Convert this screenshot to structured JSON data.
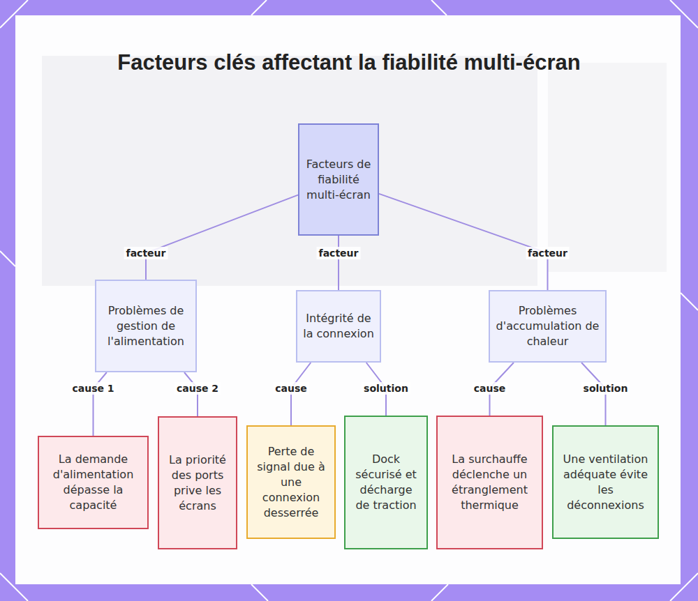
{
  "diagram": {
    "title": "Facteurs clés affectant la fiabilité multi-écran",
    "nodes": [
      {
        "text": [
          "Facteurs de fiabilité multi-écran"
        ]
      },
      {
        "text": [
          "Problèmes de gestion de l'alimentation"
        ]
      },
      {
        "text": [
          "Intégrité de la connexion"
        ]
      },
      {
        "text": [
          "Problèmes d'accumulation de chaleur"
        ]
      },
      {
        "text": [
          "La demande d'alimentation dépasse la capacité"
        ]
      },
      {
        "text": [
          "La priorité des ports prive les écrans"
        ]
      },
      {
        "text": [
          "Perte de signal due à une connexion desserrée"
        ]
      },
      {
        "text": [
          "Dock sécurisé et décharge de traction"
        ]
      },
      {
        "text": [
          "La surchauffe déclenche un étranglement thermique"
        ]
      },
      {
        "text": [
          "Une ventilation adéquate évite les déconnexions"
        ]
      }
    ],
    "edges": [
      {
        "from": 0,
        "to": 1,
        "arrow": "none",
        "label": "facteur"
      },
      {
        "from": 0,
        "to": 2,
        "arrow": "none",
        "label": "facteur"
      },
      {
        "from": 0,
        "to": 3,
        "arrow": "none",
        "label": "facteur"
      },
      {
        "from": 1,
        "to": 4,
        "arrow": "none",
        "label": "cause 1"
      },
      {
        "from": 1,
        "to": 5,
        "arrow": "none",
        "label": "cause 2"
      },
      {
        "from": 2,
        "to": 6,
        "arrow": "none",
        "label": "cause"
      },
      {
        "from": 2,
        "to": 7,
        "arrow": "none",
        "label": "solution"
      },
      {
        "from": 3,
        "to": 8,
        "arrow": "none",
        "label": "cause"
      },
      {
        "from": 3,
        "to": 9,
        "arrow": "none",
        "label": "solution"
      }
    ]
  }
}
